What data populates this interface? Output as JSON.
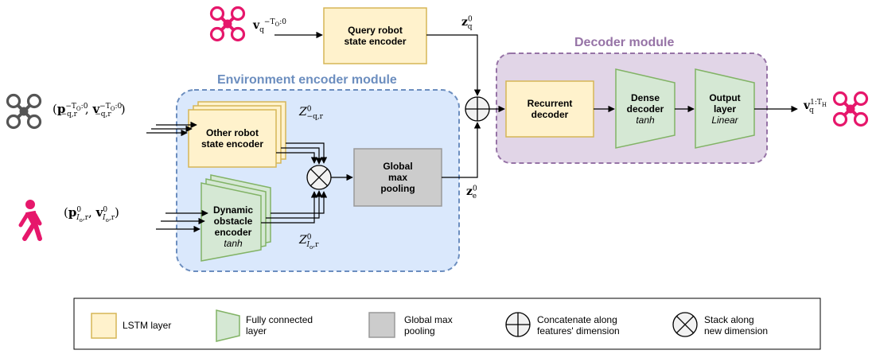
{
  "modules": {
    "environment_encoder": {
      "title": "Environment encoder module",
      "color": "#6C8EBF"
    },
    "decoder": {
      "title": "Decoder module",
      "color": "#9673A6"
    }
  },
  "blocks": {
    "query_encoder": {
      "line1": "Query robot",
      "line2": "state encoder"
    },
    "other_robot_encoder": {
      "line1": "Other robot",
      "line2": "state encoder"
    },
    "dynamic_obstacle_encoder": {
      "line1": "Dynamic",
      "line2": "obstacle",
      "line3": "encoder",
      "activation": "tanh"
    },
    "global_max_pooling": {
      "line1": "Global",
      "line2": "max",
      "line3": "pooling"
    },
    "recurrent_decoder": {
      "line1": "Recurrent",
      "line2": "decoder"
    },
    "dense_decoder": {
      "line1": "Dense",
      "line2": "decoder",
      "activation": "tanh"
    },
    "output_layer": {
      "line1": "Output",
      "line2": "layer",
      "activation": "Linear"
    }
  },
  "math": {
    "query_input": {
      "base": "v",
      "sub": "q",
      "sup": "−T",
      "sup_sub": "O",
      "sup_tail": ":0"
    },
    "other_input": {
      "open": "(",
      "p": "p",
      "v": "v",
      "sub": "−q,r",
      "sup": "−T",
      "sup_sub": "O",
      "sup_tail": ":0",
      "sep": ", ",
      "close": ")"
    },
    "obstacle_input": {
      "open": "(",
      "p": "p",
      "v": "v",
      "sup": "0",
      "sub": "I",
      "sub_sub": "o",
      "sub_tail": ",r",
      "sep": ", ",
      "close": ")"
    },
    "zq": {
      "base": "z",
      "sub": "q",
      "sup": "0"
    },
    "ze": {
      "base": "z",
      "sub": "e",
      "sup": "0"
    },
    "Z_other": {
      "base": "Z",
      "sup": "0",
      "sub": "−q,r"
    },
    "Z_obstacle": {
      "base": "Z",
      "sup": "0",
      "sub": "I",
      "sub_sub": "o",
      "sub_tail": ",r"
    },
    "output": {
      "base": "v",
      "sub": "q",
      "sup": "1:T",
      "sup_sub": "H"
    }
  },
  "legend": {
    "lstm": "LSTM layer",
    "fc_line1": "Fully connected",
    "fc_line2": "layer",
    "gmp_line1": "Global max",
    "gmp_line2": "pooling",
    "concat_line1": "Concatenate along",
    "concat_line2": "features' dimension",
    "stack_line1": "Stack along",
    "stack_line2": "new dimension"
  },
  "colors": {
    "lstm_fill": "#FFF2CC",
    "lstm_stroke": "#D6B656",
    "fc_fill": "#D5E8D4",
    "fc_stroke": "#82B366",
    "gmp_fill": "#CCCCCC",
    "gmp_stroke": "#999999",
    "env_fill": "#DAE8FC",
    "dec_fill": "#E1D5E7",
    "robot_pink": "#E6176B",
    "robot_gray": "#555555"
  },
  "icons": {
    "query_robot": "quadrotor-icon",
    "other_robot": "quadrotor-icon",
    "pedestrian": "pedestrian-icon",
    "output_robot": "quadrotor-icon"
  }
}
